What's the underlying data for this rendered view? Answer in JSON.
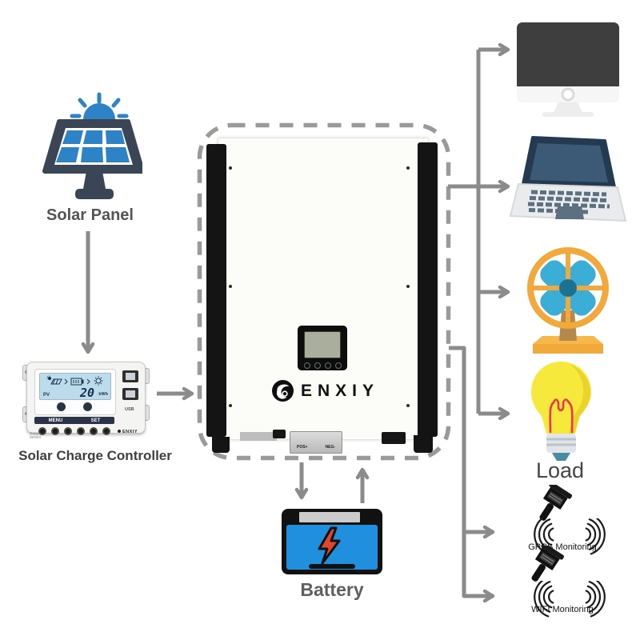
{
  "nodes": {
    "solar_panel": {
      "label": "Solar Panel"
    },
    "controller": {
      "label": "Solar Charge Controller",
      "lcd_value": "20",
      "lcd_unit": "kWh",
      "lcd_pv": "PV",
      "menu": "MENU",
      "set": "SET",
      "usb": "USB",
      "brand": "ENXIY",
      "temp": "Temp. Sensor"
    },
    "inverter": {
      "brand": "ENXIY",
      "pos": "POS+",
      "neg": "NEG-"
    },
    "battery": {
      "label": "Battery"
    },
    "load": {
      "label": "Load"
    },
    "gprs": {
      "label": "GPRS Monitoring"
    },
    "wifi": {
      "label": "WIFI Monitoring"
    }
  },
  "colors": {
    "arrow": "#8b8b8b",
    "dashed_border": "#9a9a9a",
    "solar_blue": "#2e83c6",
    "panel_frame": "#3a4556",
    "battery_blue": "#1f8fde",
    "bolt_red": "#e2452e",
    "fan_orange": "#f2a93b",
    "fan_blade": "#3badd6",
    "fan_hub": "#1d7291",
    "bulb_yellow": "#f6e93c",
    "filament_red": "#e8384f",
    "screen_dark": "#3e3e3e",
    "laptop_navy": "#243a50",
    "lcd_blue": "#bcdcec"
  }
}
